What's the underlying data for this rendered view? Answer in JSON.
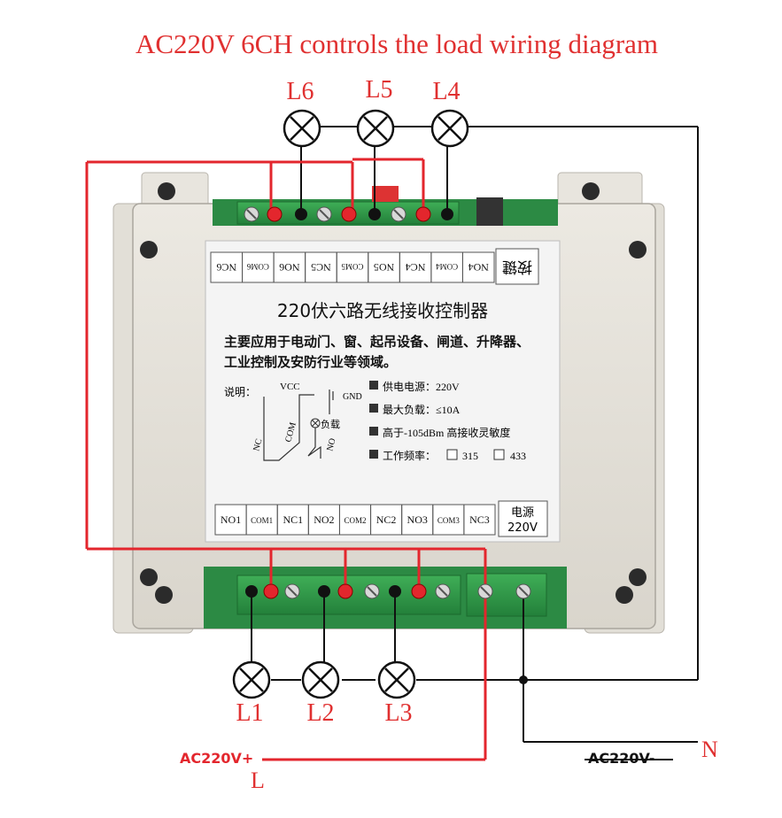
{
  "title": "AC220V 6CH controls the load wiring diagram",
  "colors": {
    "title": "#e03030",
    "live_wire": "#e3262d",
    "neutral_wire": "#111111",
    "case": "#e6e3dc",
    "terminal": "#2f9a47",
    "label_plate": "#f4f4f4"
  },
  "lamps_top": [
    "L6",
    "L5",
    "L4"
  ],
  "lamps_bottom": [
    "L1",
    "L2",
    "L3"
  ],
  "supply": {
    "live_label": "AC220V+",
    "live_letter": "L",
    "neutral_label": "AC220V-",
    "neutral_letter": "N"
  },
  "plate": {
    "top_terminals": [
      "NC6",
      "COM6",
      "NO6",
      "NC5",
      "COM5",
      "NO5",
      "NC4",
      "COM4",
      "NO4"
    ],
    "button_label": "按键",
    "product_name": "220伏六路无线接收控制器",
    "description_line1": "主要应用于电动门、窗、起吊设备、闸道、升降器、",
    "description_line2": "工业控制及安防行业等领域。",
    "legend_title": "说明：",
    "legend_vcc": "VCC",
    "legend_gnd": "GND",
    "legend_load": "负载",
    "legend_nc": "NC",
    "legend_com": "COM",
    "legend_no": "NO",
    "specs": [
      "供电电源：220V",
      "最大负载：≤10A",
      "高于-105dBm 高接收灵敏度"
    ],
    "freq_label": "工作频率：",
    "freq_options": [
      "315",
      "433"
    ],
    "bottom_terminals": [
      "NO1",
      "COM1",
      "NC1",
      "NO2",
      "COM2",
      "NC2",
      "NO3",
      "COM3",
      "NC3"
    ],
    "power_label": "电源",
    "power_voltage": "220V"
  }
}
